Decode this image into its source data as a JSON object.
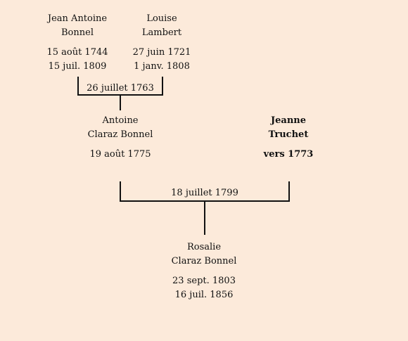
{
  "persons": {
    "jean_antoine": {
      "name_line1": "Jean Antoine",
      "name_line2": "Bonnel",
      "birth": "15 août 1744",
      "death": "15 juil. 1809"
    },
    "louise": {
      "name_line1": "Louise",
      "name_line2": "Lambert",
      "birth": "27 juin 1721",
      "death": "1 janv. 1808"
    },
    "antoine": {
      "name_line1": "Antoine",
      "name_line2": "Claraz Bonnel",
      "birth": "19 août 1775"
    },
    "jeanne": {
      "name_line1": "Jeanne",
      "name_line2": "Truchet",
      "birth": "vers 1773"
    },
    "rosalie": {
      "name_line1": "Rosalie",
      "name_line2": "Claraz Bonnel",
      "birth": "23 sept. 1803",
      "death": "16 juil. 1856"
    }
  },
  "unions": {
    "grandparents": "26 juillet 1763",
    "parents": "18 juillet 1799"
  }
}
